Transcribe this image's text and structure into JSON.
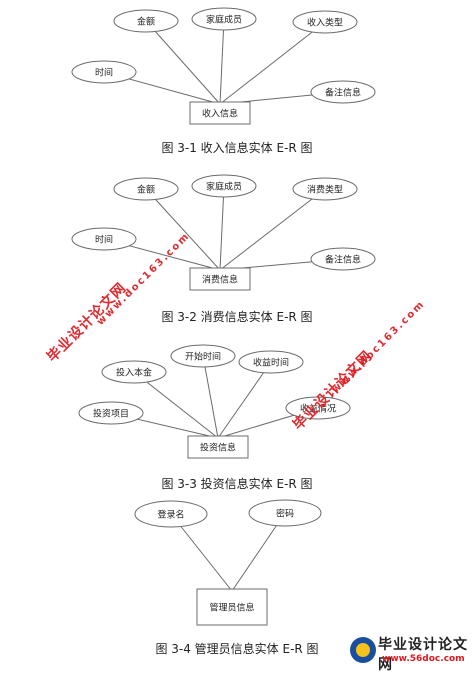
{
  "diagrams": [
    {
      "entity": "收入信息",
      "attributes": [
        "金额",
        "家庭成员",
        "收入类型",
        "时间",
        "备注信息"
      ],
      "caption": "图 3-1 收入信息实体 E-R 图"
    },
    {
      "entity": "消费信息",
      "attributes": [
        "金额",
        "家庭成员",
        "消费类型",
        "时间",
        "备注信息"
      ],
      "caption": "图 3-2 消费信息实体 E-R 图"
    },
    {
      "entity": "投资信息",
      "attributes": [
        "投入本金",
        "开始时间",
        "收益时间",
        "投资项目",
        "收益情况"
      ],
      "caption": "图 3-3 投资信息实体 E-R 图"
    },
    {
      "entity": "管理员信息",
      "attributes": [
        "登录名",
        "密码"
      ],
      "caption": "图 3-4 管理员信息实体 E-R 图"
    }
  ],
  "watermarks": {
    "site_name": "毕业设计论文网",
    "site_url": "www.doc163.com",
    "logo_text": "毕业设计论文网",
    "logo_url": "www.56doc.com"
  },
  "colors": {
    "stroke": "#6b6b6b",
    "watermark": "#e0191f"
  }
}
